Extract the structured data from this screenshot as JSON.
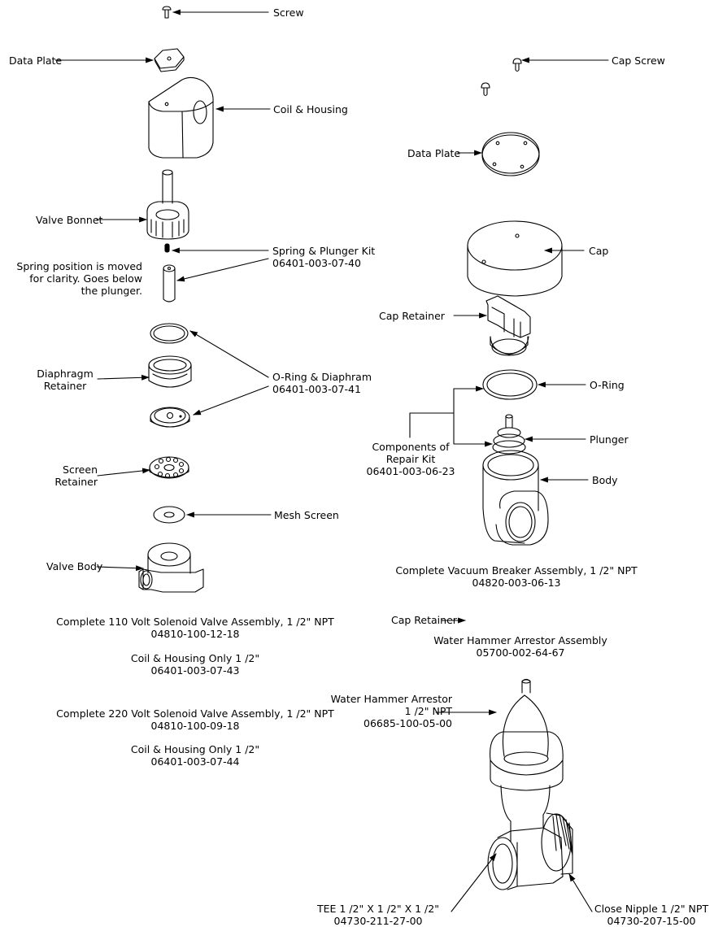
{
  "solenoid": {
    "screw": "Screw",
    "data_plate": "Data Plate",
    "coil_housing": "Coil & Housing",
    "valve_bonnet": "Valve Bonnet",
    "spring_kit": [
      "Spring & Plunger Kit",
      "06401-003-07-40"
    ],
    "spring_note": [
      "Spring position is moved",
      "for clarity. Goes below",
      "the plunger."
    ],
    "diaphragm_retainer": [
      "Diaphragm",
      "Retainer"
    ],
    "oring_diaphram": [
      "O-Ring & Diaphram",
      "06401-003-07-41"
    ],
    "screen_retainer": [
      "Screen",
      "Retainer"
    ],
    "mesh_screen": "Mesh Screen",
    "valve_body": "Valve Body",
    "assy_110": [
      "Complete 110 Volt Solenoid Valve Assembly, 1 /2\" NPT",
      "04810-100-12-18"
    ],
    "coil_only_110": [
      "Coil & Housing Only 1 /2\"",
      "06401-003-07-43"
    ],
    "assy_220": [
      "Complete 220 Volt Solenoid Valve Assembly, 1 /2\" NPT",
      "04810-100-09-18"
    ],
    "coil_only_220": [
      "Coil & Housing Only 1 /2\"",
      "06401-003-07-44"
    ]
  },
  "vacuum_breaker": {
    "cap_screw": "Cap Screw",
    "data_plate": "Data Plate",
    "cap": "Cap",
    "cap_retainer": "Cap Retainer",
    "oring": "O-Ring",
    "plunger": "Plunger",
    "body": "Body",
    "repair_kit": [
      "Components of",
      "Repair Kit",
      "06401-003-06-23"
    ],
    "assembly": [
      "Complete Vacuum Breaker Assembly, 1 /2\" NPT",
      "04820-003-06-13"
    ]
  },
  "water_hammer": {
    "cap_retainer": "Cap Retainer",
    "assembly": [
      "Water Hammer Arrestor Assembly",
      "05700-002-64-67"
    ],
    "arrestor": [
      "Water Hammer Arrestor",
      "1 /2\" NPT",
      "06685-100-05-00"
    ],
    "tee": [
      "TEE 1 /2\" X 1 /2\" X 1 /2\"",
      "04730-211-27-00"
    ],
    "nipple": [
      "Close Nipple 1 /2\" NPT",
      "04730-207-15-00"
    ]
  }
}
